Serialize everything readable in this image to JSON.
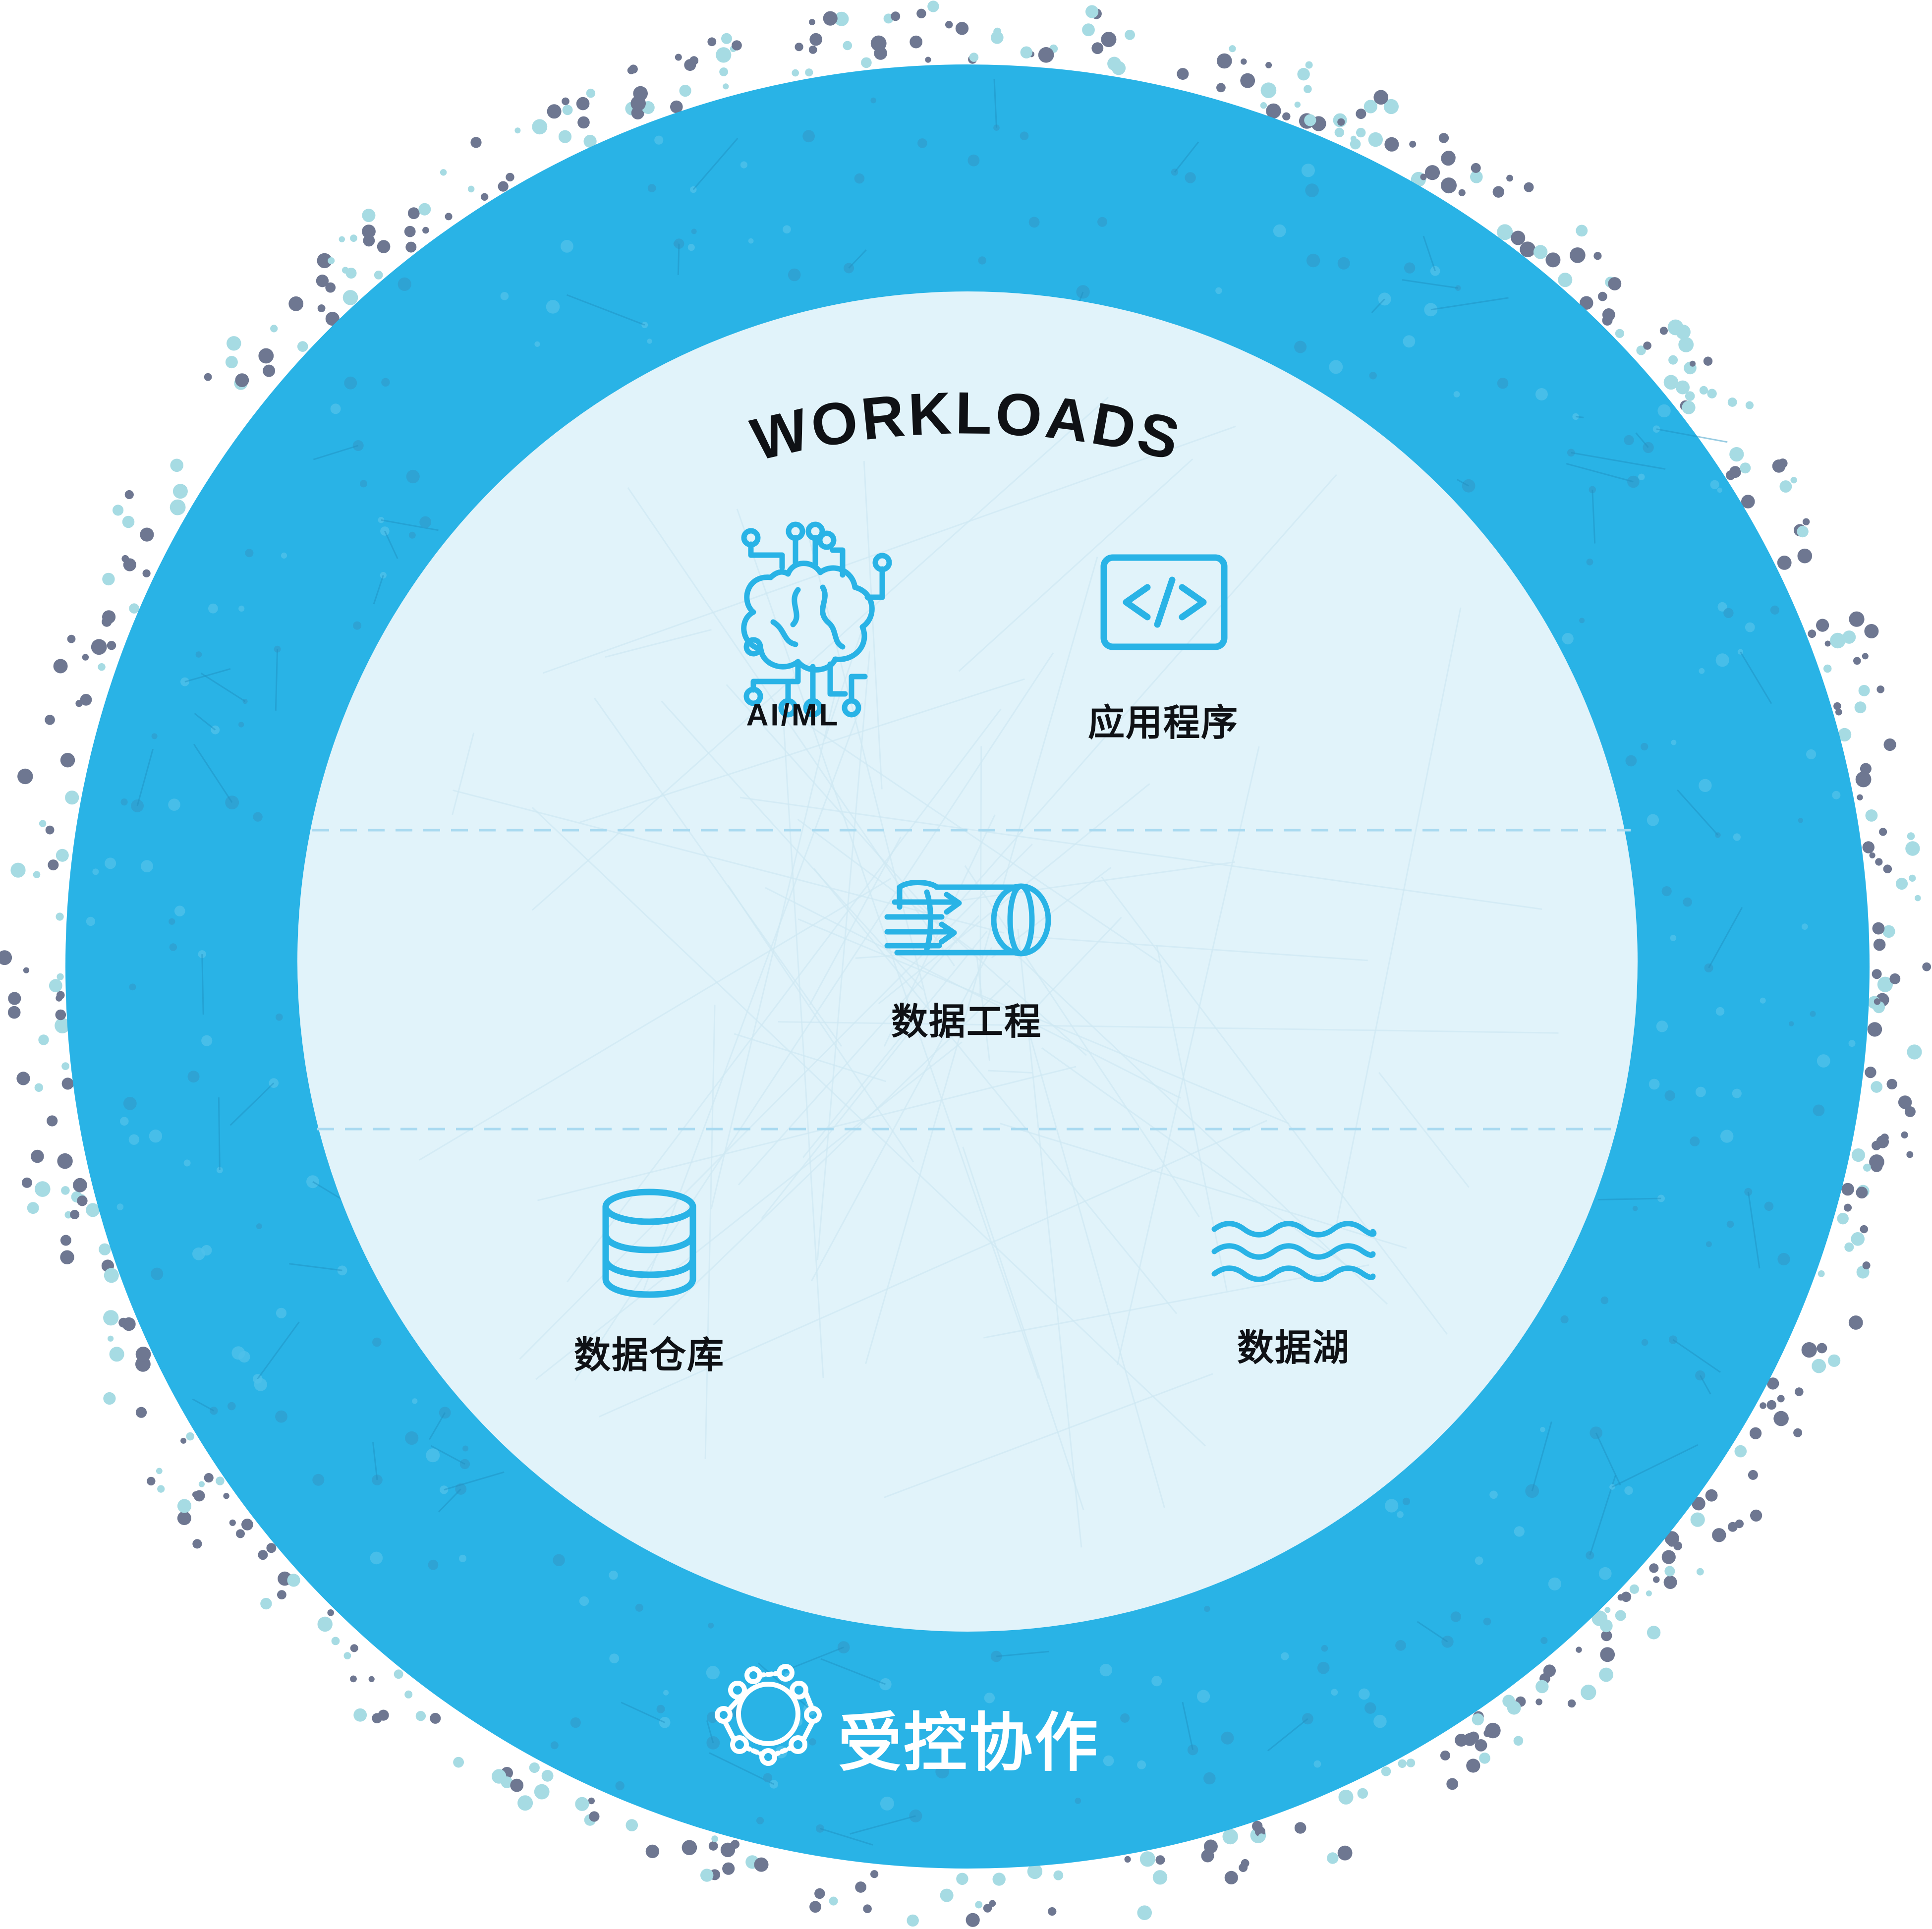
{
  "title": "WORKLOADS",
  "colors": {
    "ring": "#29b3e6",
    "inner": "#e1f3fa",
    "icon": "#29b3e6",
    "text": "#0f1115",
    "dot_dark": "#6e7791",
    "dot_light": "#a6dbe3"
  },
  "workloads": {
    "ai_ml": {
      "label": "AI/ML",
      "icon": "brain-circuit-icon"
    },
    "applications": {
      "label": "应用程序",
      "icon": "code-window-icon"
    },
    "data_engineering": {
      "label": "数据工程",
      "icon": "data-pipeline-icon"
    },
    "data_warehouse": {
      "label": "数据仓库",
      "icon": "database-icon"
    },
    "data_lake": {
      "label": "数据湖",
      "icon": "waves-icon"
    }
  },
  "ring": {
    "label": "受控协作",
    "icon": "collaboration-network-icon"
  }
}
